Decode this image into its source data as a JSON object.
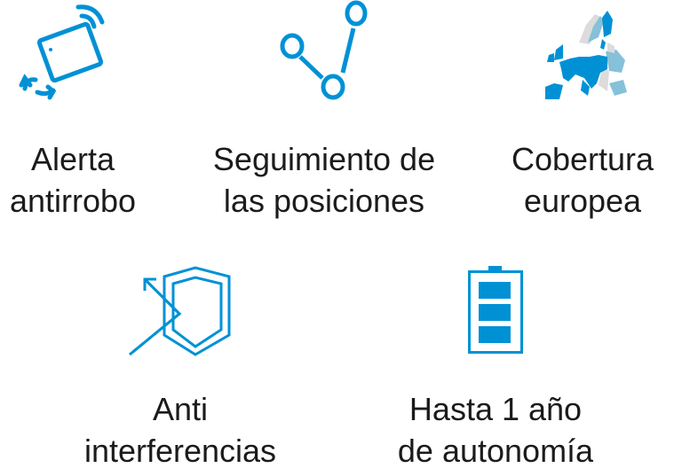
{
  "accent_color": "#0091d5",
  "features": [
    {
      "icon": "tilted-device-alert-icon",
      "lines": [
        "Alerta",
        "antirrobo"
      ]
    },
    {
      "icon": "position-tracking-icon",
      "lines": [
        "Seguimiento de",
        "las posiciones"
      ]
    },
    {
      "icon": "europe-map-icon",
      "lines": [
        "Cobertura",
        "europea"
      ]
    },
    {
      "icon": "shield-deflect-icon",
      "lines": [
        "Anti",
        "interferencias"
      ]
    },
    {
      "icon": "battery-full-icon",
      "lines": [
        "Hasta 1 año",
        "de autonomía"
      ]
    }
  ]
}
